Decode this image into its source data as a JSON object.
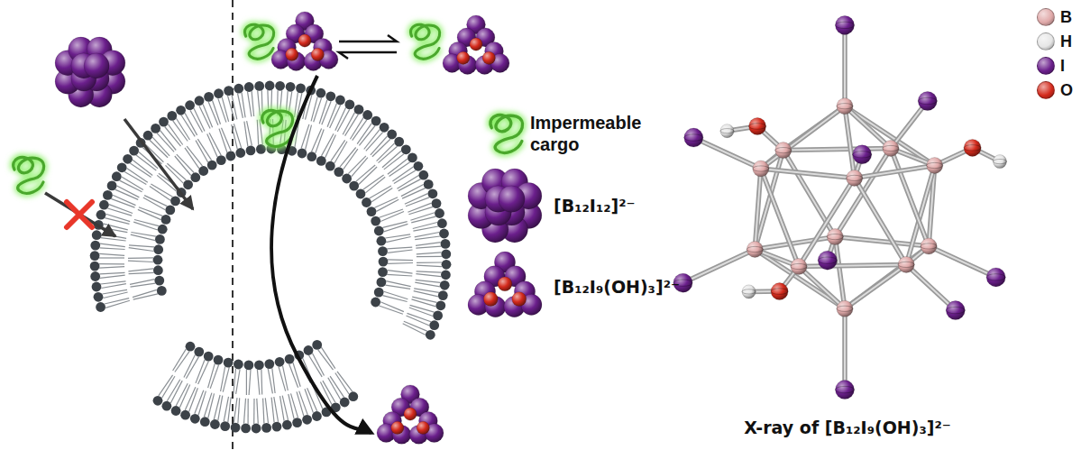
{
  "diagram": {
    "labels": [
      "Impermeable cargo",
      "[B₁₂I₁₂]²⁻",
      "[B₁₂I₉(OH)₃]²⁻",
      "X-ray of [B₁₂I₉(OH)₃]²⁻"
    ],
    "legend": [
      {
        "text": "B",
        "color": "#e0a9a9"
      },
      {
        "text": "H",
        "color": "#e6e6e6"
      },
      {
        "text": "I",
        "color": "#6b1f8c"
      },
      {
        "text": "O",
        "color": "#d42a1c"
      }
    ]
  }
}
